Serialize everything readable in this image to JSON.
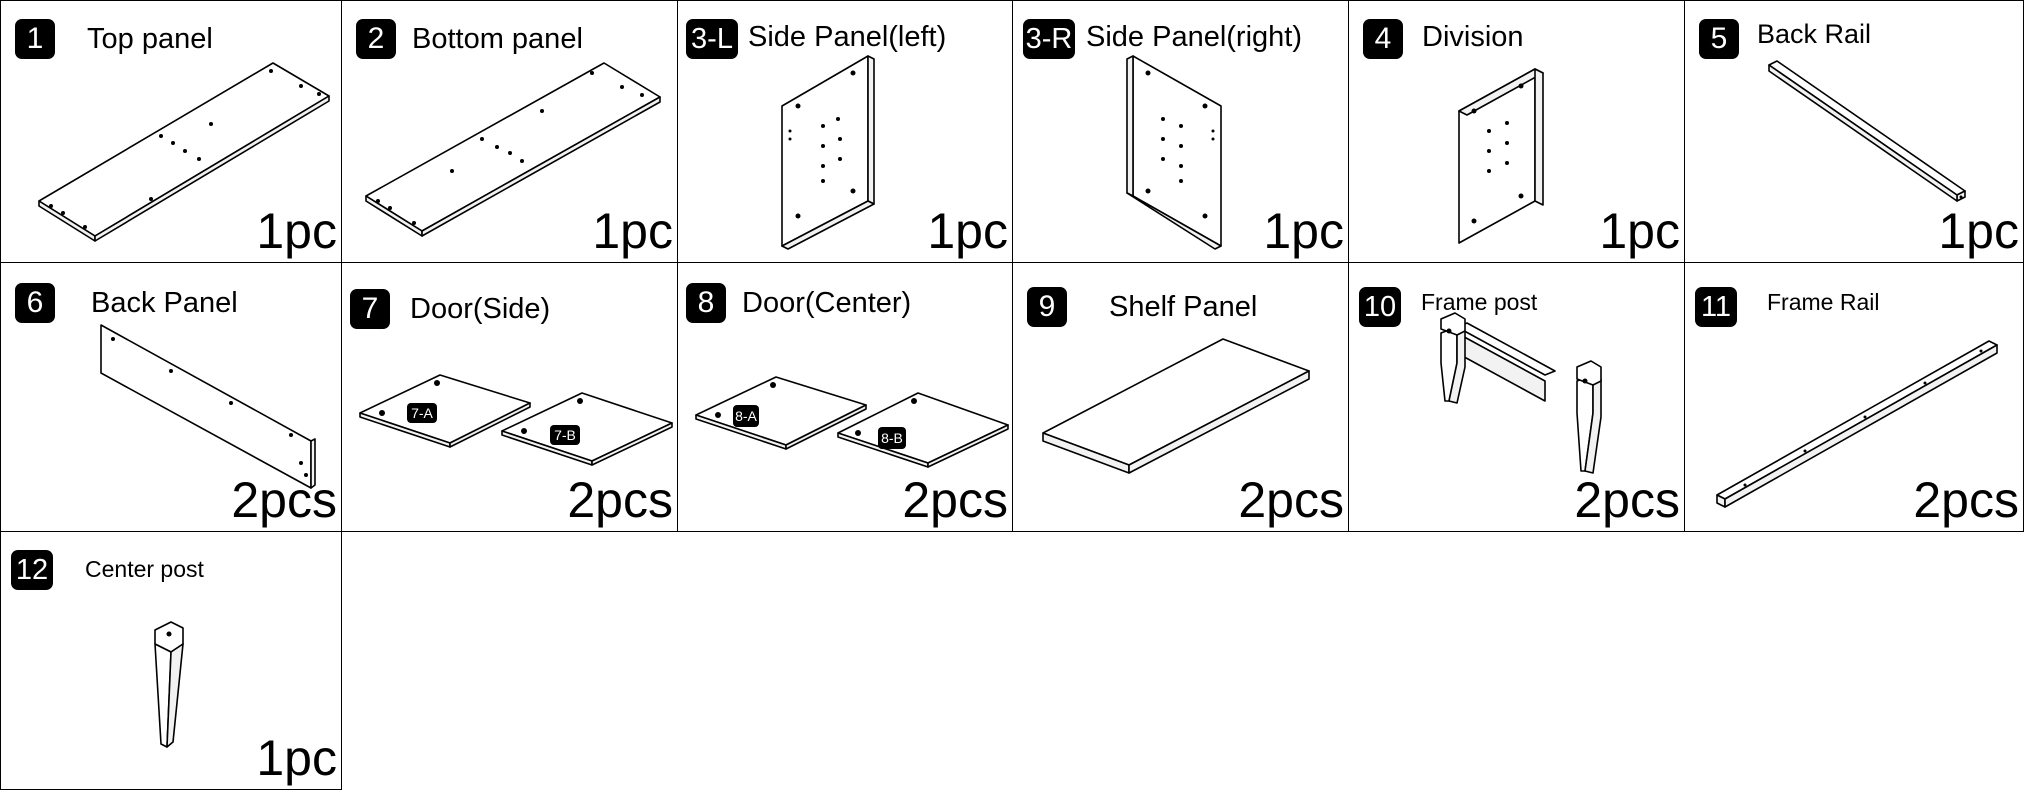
{
  "parts": [
    {
      "no": "1",
      "name": "Top panel",
      "qty": "1pc"
    },
    {
      "no": "2",
      "name": "Bottom panel",
      "qty": "1pc"
    },
    {
      "no": "3-L",
      "name": "Side Panel(left)",
      "qty": "1pc"
    },
    {
      "no": "3-R",
      "name": "Side Panel(right)",
      "qty": "1pc"
    },
    {
      "no": "4",
      "name": "Division",
      "qty": "1pc"
    },
    {
      "no": "5",
      "name": "Back Rail",
      "qty": "1pc"
    },
    {
      "no": "6",
      "name": "Back Panel",
      "qty": "2pcs"
    },
    {
      "no": "7",
      "name": "Door(Side)",
      "qty": "2pcs",
      "sub_labels": [
        "7-A",
        "7-B"
      ]
    },
    {
      "no": "8",
      "name": "Door(Center)",
      "qty": "2pcs",
      "sub_labels": [
        "8-A",
        "8-B"
      ]
    },
    {
      "no": "9",
      "name": "Shelf Panel",
      "qty": "2pcs"
    },
    {
      "no": "10",
      "name": "Frame post",
      "qty": "2pcs"
    },
    {
      "no": "11",
      "name": "Frame Rail",
      "qty": "2pcs"
    },
    {
      "no": "12",
      "name": "Center post",
      "qty": "1pc"
    }
  ]
}
